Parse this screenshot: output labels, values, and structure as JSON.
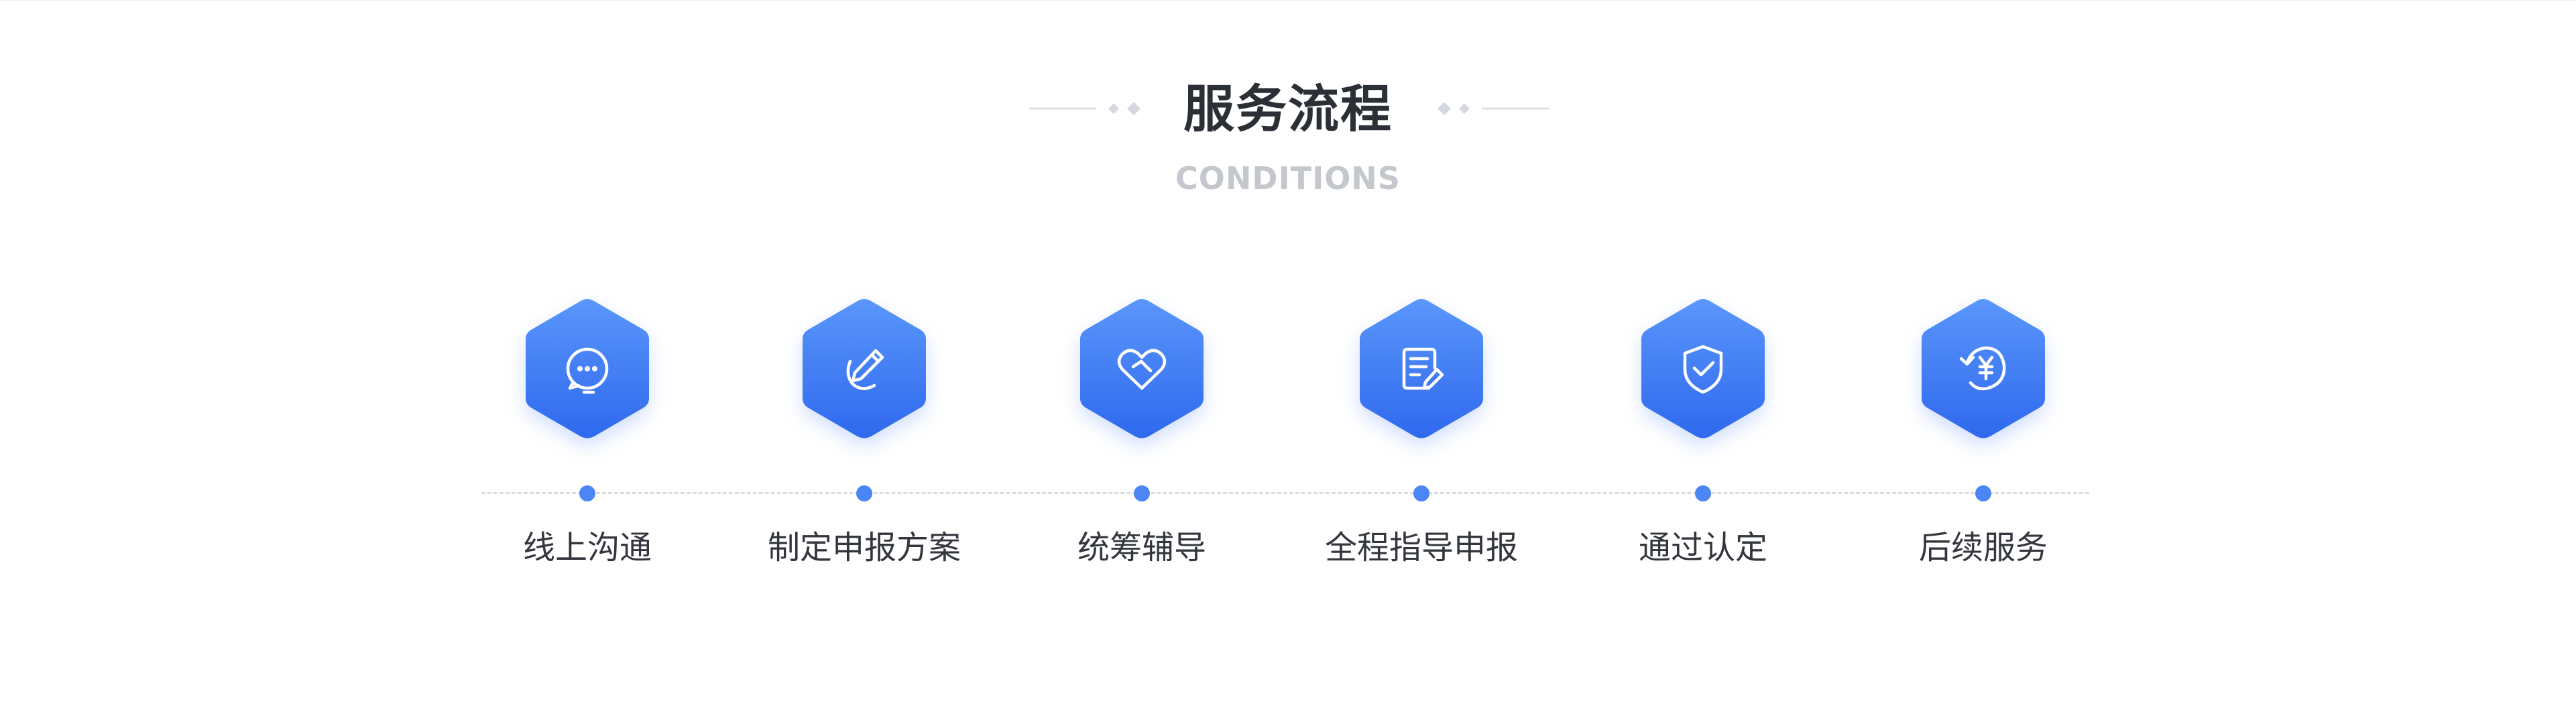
{
  "header": {
    "title": "服务流程",
    "subtitle": "CONDITIONS"
  },
  "colors": {
    "accent_top": "#5a96fb",
    "accent_bottom": "#2f69ee",
    "dot": "#4c86f4",
    "title": "#2b2f36",
    "subtitle": "#c4c7cc",
    "timeline": "#d9dde3"
  },
  "steps": [
    {
      "label": "线上沟通",
      "icon": "chat-bubble-icon"
    },
    {
      "label": "制定申报方案",
      "icon": "pencil-edit-icon"
    },
    {
      "label": "统筹辅导",
      "icon": "heart-handshake-icon"
    },
    {
      "label": "全程指导申报",
      "icon": "document-edit-icon"
    },
    {
      "label": "通过认定",
      "icon": "shield-check-icon"
    },
    {
      "label": "后续服务",
      "icon": "yuan-refresh-icon"
    }
  ]
}
